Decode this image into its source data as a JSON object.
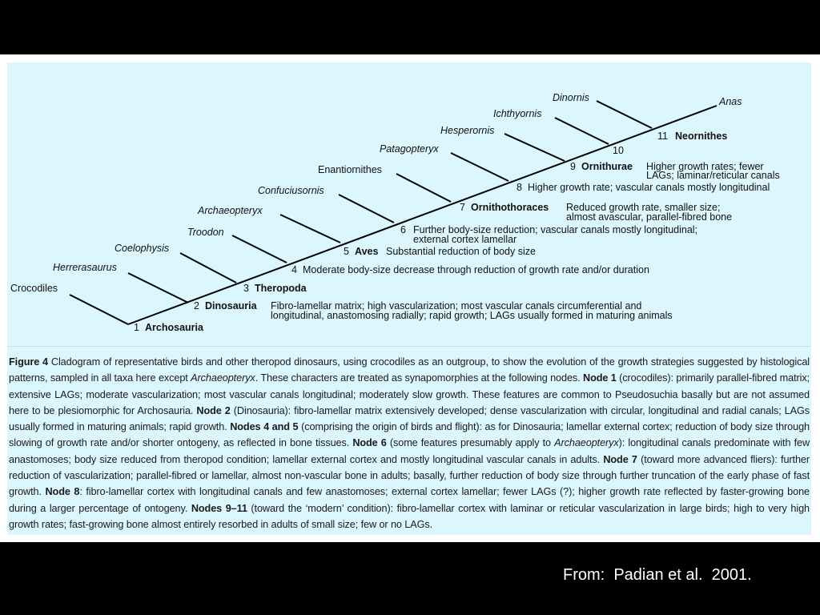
{
  "taxa": {
    "crocodiles": "Crocodiles",
    "herrerasaurus": "Herrerasaurus",
    "coelophysis": "Coelophysis",
    "troodon": "Troodon",
    "archaeopteryx": "Archaeopteryx",
    "confuciusornis": "Confuciusornis",
    "enantiornithes": "Enantiornithes",
    "patagopteryx": "Patagopteryx",
    "hesperornis": "Hesperornis",
    "ichthyornis": "Ichthyornis",
    "dinornis": "Dinornis",
    "anas": "Anas"
  },
  "nodes": {
    "n1": {
      "number": "1",
      "name": "Archosauria"
    },
    "n2": {
      "number": "2",
      "name": "Dinosauria",
      "desc1": "Fibro-lamellar matrix; high vascularization; most vascular canals circumferential and",
      "desc2": "longitudinal, anastomosing radially; rapid growth; LAGs usually formed in maturing animals"
    },
    "n3": {
      "number": "3",
      "name": "Theropoda"
    },
    "n4": {
      "number": "4",
      "desc": "Moderate body-size decrease through reduction of growth rate and/or duration"
    },
    "n5": {
      "number": "5",
      "name": "Aves",
      "desc": "Substantial reduction of body size"
    },
    "n6": {
      "number": "6",
      "desc1": "Further body-size reduction; vascular canals mostly longitudinal;",
      "desc2": "external cortex lamellar"
    },
    "n7": {
      "number": "7",
      "name": "Ornithothoraces",
      "desc1": "Reduced growth rate, smaller size;",
      "desc2": "almost avascular, parallel-fibred bone"
    },
    "n8": {
      "number": "8",
      "desc": "Higher growth rate; vascular canals mostly longitudinal"
    },
    "n9": {
      "number": "9",
      "name": "Ornithurae",
      "desc1": "Higher growth rates; fewer",
      "desc2": "LAGs; laminar/reticular canals"
    },
    "n10": {
      "number": "10"
    },
    "n11": {
      "number": "11",
      "name": "Neornithes"
    }
  },
  "caption": {
    "figure_label": "Figure 4",
    "p1": " Cladogram of representative birds and other theropod dinosaurs, using crocodiles as an outgroup, to show the evolution of the growth strategies suggested by histological patterns, sampled in all taxa here except ",
    "archaeopteryx": "Archaeopteryx",
    "p2": ". These characters are treated as synapomorphies at the following nodes. ",
    "node1_label": "Node 1",
    "p3": " (crocodiles): primarily parallel-fibred matrix; extensive LAGs; moderate vascularization; most vascular canals longitudinal; moderately slow growth. These features are common to Pseudosuchia basally but are not assumed here to be plesiomorphic for Archosauria. ",
    "node2_label": "Node 2",
    "p4": " (Dinosauria): fibro-lamellar matrix extensively developed; dense vascularization with circular, longitudinal and radial canals; LAGs usually formed in maturing animals; rapid growth. ",
    "nodes45_label": "Nodes 4 and 5",
    "p5": " (comprising the origin of birds and flight): as for Dinosauria; lamellar external cortex; reduction of body size through slowing of growth rate and/or shorter ontogeny, as reflected in bone tissues. ",
    "node6_label": "Node 6",
    "p6": " (some features presumably apply to ",
    "archaeopteryx2": "Archaeopteryx",
    "p7": "): longitudinal canals predominate with few anastomoses; body size reduced from theropod condition; lamellar external cortex and mostly longitudinal vascular canals in adults. ",
    "node7_label": "Node 7",
    "p8": " (toward more advanced fliers): further reduction of vascularization; parallel-fibred or lamellar, almost non-vascular bone in adults; basally, further reduction of body size through further truncation of the early phase of fast growth. ",
    "node8_label": "Node 8",
    "p9": ": fibro-lamellar cortex with longitudinal canals and few anastomoses; external cortex lamellar; fewer LAGs (?); higher growth rate reflected by faster-growing bone during a larger percentage of ontogeny. ",
    "nodes911_label": "Nodes 9–11",
    "p10": " (toward the ‘modern’ condition): fibro-lamellar cortex with laminar or reticular vascularization in large birds; high to very high growth rates; fast-growing bone almost entirely resorbed in adults of small size; few or no LAGs."
  },
  "source": "From:  Padian et al.  2001."
}
